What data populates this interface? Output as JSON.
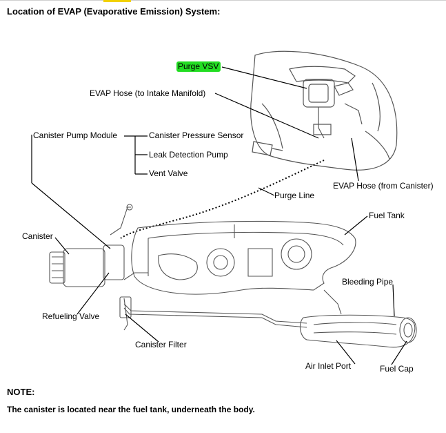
{
  "title": "Location of EVAP (Evaporative Emission) System:",
  "labels": {
    "purge_vsv": "Purge VSV",
    "evap_hose_intake": "EVAP Hose (to Intake Manifold)",
    "canister_pump_module": "Canister Pump Module",
    "canister_pressure_sensor": "Canister Pressure Sensor",
    "leak_detection_pump": "Leak Detection Pump",
    "vent_valve": "Vent Valve",
    "evap_hose_canister": "EVAP Hose (from Canister)",
    "purge_line": "Purge Line",
    "fuel_tank": "Fuel Tank",
    "canister": "Canister",
    "bleeding_pipe": "Bleeding Pipe",
    "refueling_valve": "Refueling Valve",
    "canister_filter": "Canister Filter",
    "air_inlet_port": "Air Inlet Port",
    "fuel_cap": "Fuel Cap"
  },
  "note": {
    "heading": "NOTE:",
    "text": "The canister is located near the fuel tank, underneath the body."
  },
  "colors": {
    "highlight": "#22dd22",
    "line": "#000000",
    "drawing": "#555555"
  }
}
